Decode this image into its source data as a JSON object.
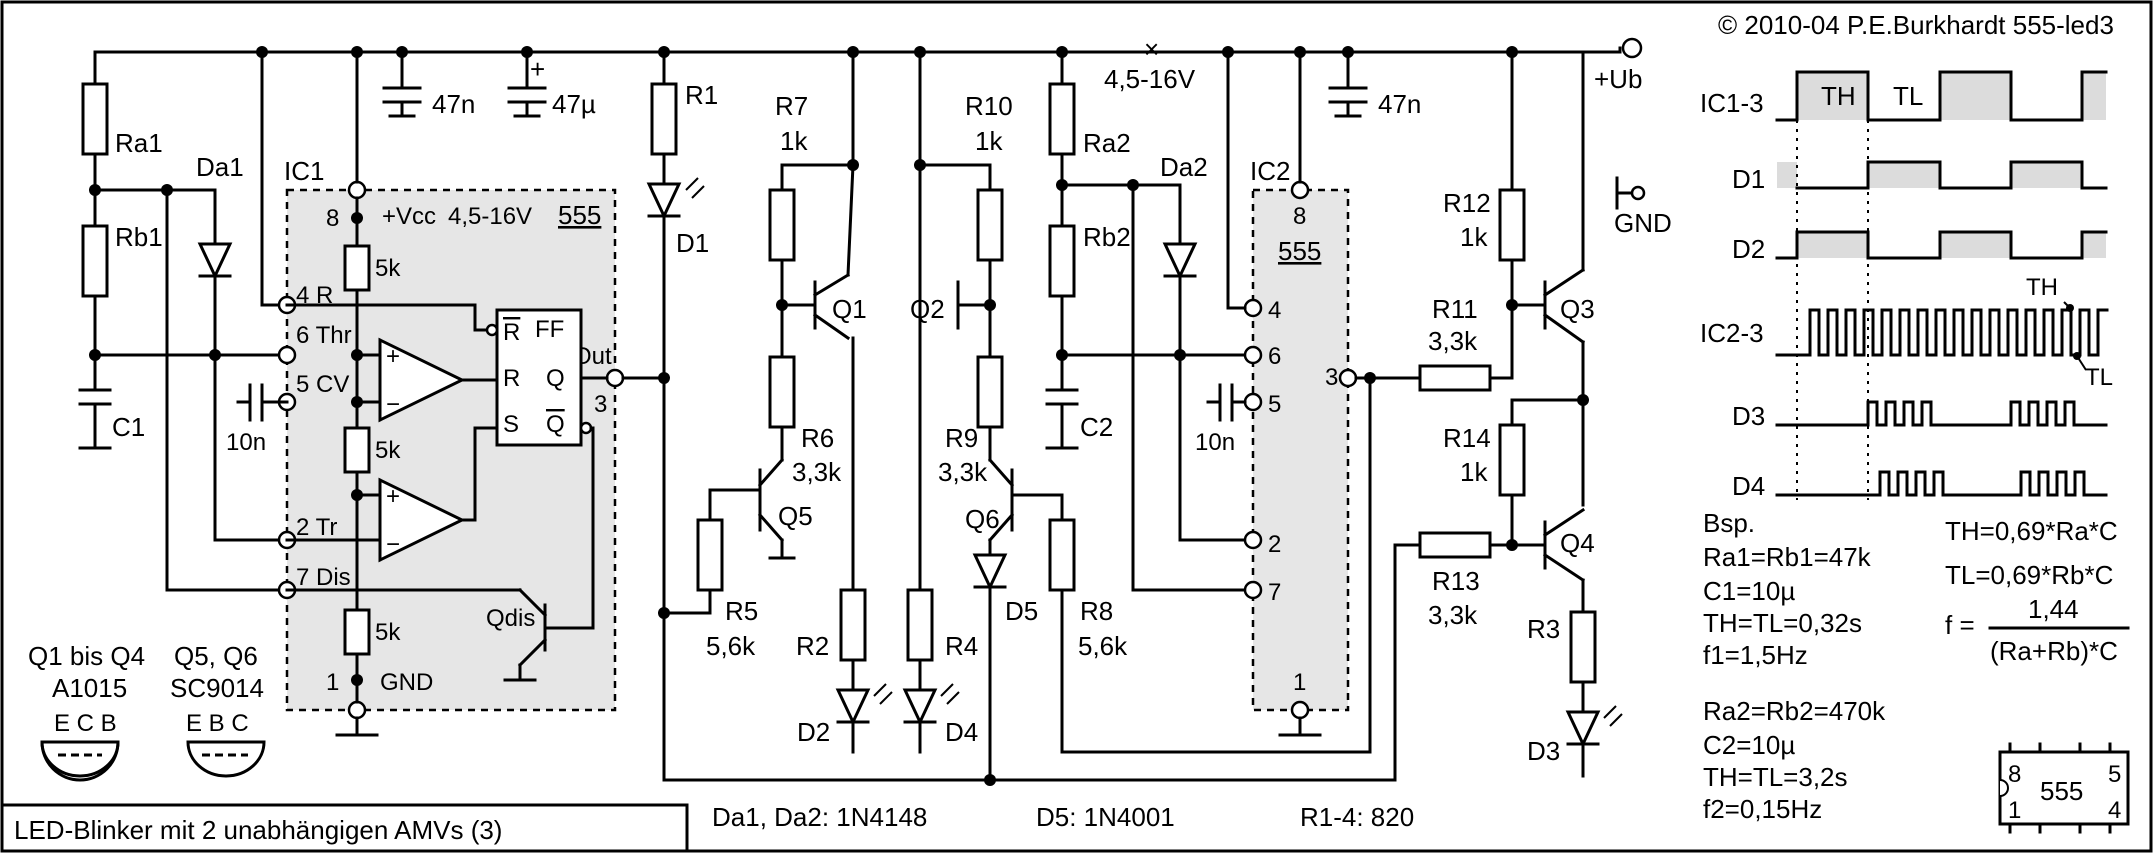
{
  "copyright": "© 2010-04 P.E.Burkhardt 555-led3",
  "caption": "LED-Blinker mit 2 unabhängigen AMVs (3)",
  "supply": {
    "range": "4,5-16V",
    "ub": "+Ub",
    "gnd": "GND"
  },
  "parts_notes": {
    "diodes": "Da1, Da2: 1N4148",
    "d5": "D5: 1N4001",
    "r": "R1-4: 820"
  },
  "transistors": {
    "group1": {
      "title": "Q1 bis Q4",
      "type": "A1015",
      "pins": "E C B"
    },
    "group2": {
      "title": "Q5, Q6",
      "type": "SC9014",
      "pins": "E B C"
    }
  },
  "ic1": {
    "name": "IC1",
    "chip": "555",
    "vcc": "+Vcc",
    "vrange": "4,5-16V",
    "pins": {
      "vcc": "8",
      "reset": "4 R",
      "thr": "6 Thr",
      "cv": "5 CV",
      "tr": "2 Tr",
      "dis": "7 Dis",
      "gnd": "1",
      "gnd_label": "GND",
      "out": "Out",
      "out_pin": "3"
    },
    "ff": {
      "title": "FF",
      "rbar": "R",
      "r": "R",
      "s": "S",
      "q": "Q",
      "qbar": "Q"
    },
    "divider": [
      "5k",
      "5k",
      "5k"
    ],
    "qdis": "Qdis",
    "cap_cv": "10n"
  },
  "ic2": {
    "name": "IC2",
    "chip": "555",
    "pins": [
      "8",
      "4",
      "6",
      "5",
      "2",
      "7",
      "1",
      "3"
    ],
    "cap_cv": "10n"
  },
  "components": {
    "Ra1": "Ra1",
    "Rb1": "Rb1",
    "Da1": "Da1",
    "C1": "C1",
    "C47n_1": "47n",
    "C47u": "47µ",
    "C47n_2": "47n",
    "R1": "R1",
    "D1": "D1",
    "R7": "R7",
    "R7v": "1k",
    "Q1": "Q1",
    "R6": "R6",
    "R6v": "3,3k",
    "Q5": "Q5",
    "R5": "R5",
    "R5v": "5,6k",
    "R2": "R2",
    "D2": "D2",
    "R10": "R10",
    "R10v": "1k",
    "Q2": "Q2",
    "R9": "R9",
    "R9v": "3,3k",
    "Q6": "Q6",
    "D5": "D5",
    "R8": "R8",
    "R8v": "5,6k",
    "R4": "R4",
    "D4": "D4",
    "Ra2": "Ra2",
    "Rb2": "Rb2",
    "Da2": "Da2",
    "C2": "C2",
    "R12": "R12",
    "R12v": "1k",
    "R11": "R11",
    "R11v": "3,3k",
    "Q3": "Q3",
    "R14": "R14",
    "R14v": "1k",
    "R13": "R13",
    "R13v": "3,3k",
    "Q4": "Q4",
    "R3": "R3",
    "D3": "D3"
  },
  "timing": {
    "rows": [
      "IC1-3",
      "D1",
      "D2",
      "IC2-3",
      "D3",
      "D4"
    ],
    "th": "TH",
    "tl": "TL"
  },
  "example": {
    "head": "Bsp.",
    "set1": [
      "Ra1=Rb1=47k",
      "C1=10µ",
      "TH=TL=0,32s",
      "f1=1,5Hz"
    ],
    "set2": [
      "Ra2=Rb2=470k",
      "C2=10µ",
      "TH=TL=3,2s",
      "f2=0,15Hz"
    ]
  },
  "formulas": {
    "th": "TH=0,69*Ra*C",
    "tl": "TL=0,69*Rb*C",
    "f": "f =",
    "num": "1,44",
    "den": "(Ra+Rb)*C"
  },
  "pinout": {
    "chip": "555",
    "p8": "8",
    "p5": "5",
    "p1": "1",
    "p4": "4"
  }
}
